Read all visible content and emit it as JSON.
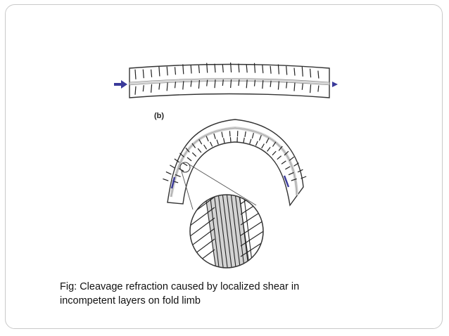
{
  "figure": {
    "panel_label": "(b)",
    "colors": {
      "outline": "#333333",
      "layer_fill": "#d6d6d6",
      "arrow": "#3a3a9a"
    },
    "icons": [
      "push-arrow-right-icon",
      "push-arrow-left-icon"
    ]
  },
  "caption": {
    "line1": "Fig: Cleavage refraction caused by localized shear in",
    "line2": "incompetent layers on fold limb"
  }
}
